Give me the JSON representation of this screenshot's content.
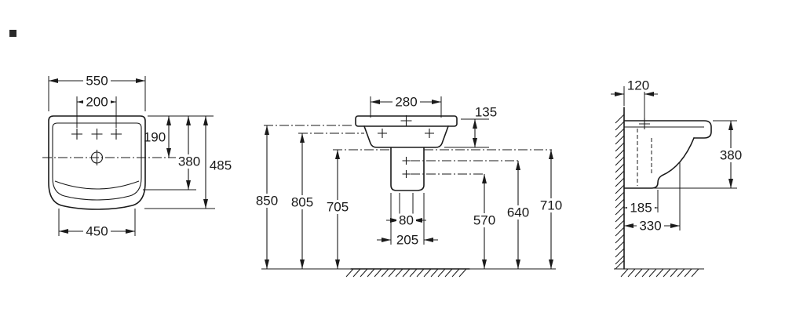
{
  "background": "#ffffff",
  "ink_color": "#1a1a1a",
  "views": {
    "plan": {
      "overall_width": "550",
      "taphole_spacing": "200",
      "depth_to_taphole": "190",
      "inner_depth": "380",
      "overall_depth": "485",
      "bottom_width": "450"
    },
    "front": {
      "bowl_width": "280",
      "front_apron_height": "135",
      "rim_height": "850",
      "height_805": "805",
      "height_705": "705",
      "height_570": "570",
      "height_640": "640",
      "height_710": "710",
      "fixing_spacing": "80",
      "semipedestal_width": "205"
    },
    "side": {
      "taphole_from_wall": "120",
      "body_height": "380",
      "depth_185": "185",
      "depth_330": "330"
    }
  }
}
